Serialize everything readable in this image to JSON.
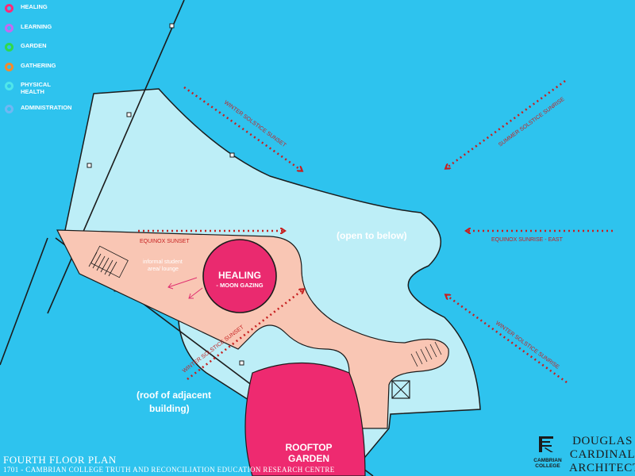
{
  "legend": [
    {
      "label": "HEALING",
      "color": "#ff2a7a"
    },
    {
      "label": "LEARNING",
      "color": "#c36bf0"
    },
    {
      "label": "GARDEN",
      "color": "#2fd94c"
    },
    {
      "label": "GATHERING",
      "color": "#f58a2c"
    },
    {
      "label": "PHYSICAL",
      "label2": "HEALTH",
      "color": "#4fe6ea"
    },
    {
      "label": "ADMINISTRATION",
      "color": "#6fb7f3"
    }
  ],
  "labels": {
    "open_to_below": "(open to below)",
    "roof_line1": "(roof of adjacent",
    "roof_line2": "building)",
    "healing_title": "HEALING",
    "healing_sub": "- MOON GAZING",
    "informal_line1": "informal student",
    "informal_line2": "area/ lounge",
    "rooftop_line1": "ROOFTOP",
    "rooftop_line2": "GARDEN"
  },
  "sun_paths": {
    "winter_solstice_sunset_top": "WINTER SOLSTICE SUNSET",
    "summer_solstice_sunrise": "SUMMER SOLSTICE SUNRISE",
    "equinox_sunset": "EQUINOX SUNSET",
    "equinox_sunrise_east": "EQUINOX SUNRISE - EAST",
    "winter_solstice_sunset_bottom": "WINTER SOLSTICE SUNSET",
    "winter_solstice_sunrise": "WINTER SOLSTICE SUNRISE"
  },
  "title_block": {
    "title": "FOURTH FLOOR PLAN",
    "subtitle": "1701 - CAMBRIAN COLLEGE TRUTH AND RECONCILIATION EDUCATION RESEARCH CENTRE",
    "logo_line1": "CAMBRIAN",
    "logo_line2": "COLLEGE",
    "architect_line1": "DOUGLAS",
    "architect_line2": "CARDINAL",
    "architect_line3": "ARCHITECT"
  },
  "colors": {
    "background": "#2ec3ee",
    "floor": "#bdeef7",
    "circulation": "#f9c6b4",
    "healing": "#ea2a6f",
    "garden": "#ee2a70",
    "sun_arrow": "#c62020"
  }
}
